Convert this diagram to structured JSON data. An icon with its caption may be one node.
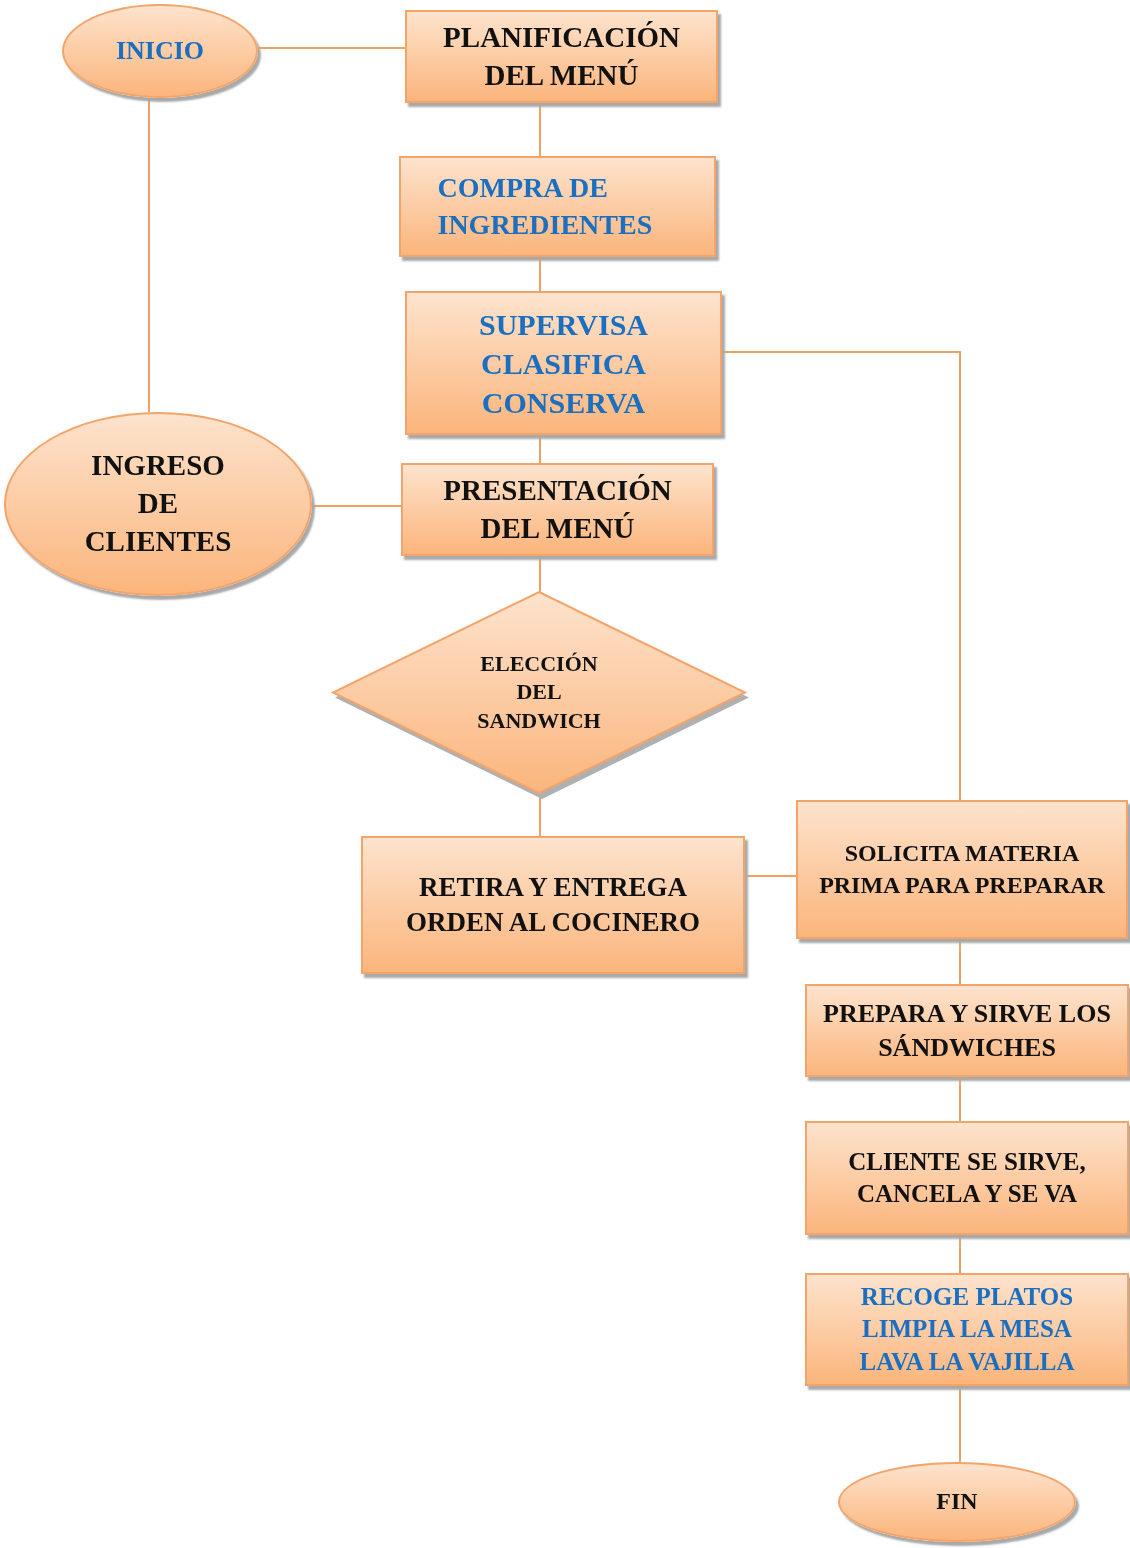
{
  "diagram": {
    "nodes": [
      {
        "text": [
          "INICIO"
        ]
      },
      {
        "text": [
          "PLANIFICACIÓN DEL MENÚ"
        ]
      },
      {
        "text": [
          "COMPRA DE INGREDIENTES"
        ]
      },
      {
        "text": [
          "SUPERVISA CLASIFICA CONSERVA"
        ]
      },
      {
        "text": [
          "INGRESO DE CLIENTES"
        ]
      },
      {
        "text": [
          "PRESENTACIÓN DEL MENÚ"
        ]
      },
      {
        "text": [
          "ELECCIÓN DEL SANDWICH"
        ]
      },
      {
        "text": [
          "RETIRA Y ENTREGA ORDEN AL COCINERO"
        ]
      },
      {
        "text": [
          "SOLICITA MATERIA PRIMA PARA PREPARAR"
        ]
      },
      {
        "text": [
          "PREPARA Y SIRVE LOS SÁNDWICHES"
        ]
      },
      {
        "text": [
          "CLIENTE SE SIRVE, CANCELA Y SE VA"
        ]
      },
      {
        "text": [
          "RECOGE PLATOS LIMPIA LA MESA LAVA LA VAJILLA"
        ]
      },
      {
        "text": [
          "FIN"
        ]
      }
    ],
    "edges": [
      {
        "from": 0,
        "to": 1,
        "arrow": "none"
      },
      {
        "from": 1,
        "to": 2,
        "arrow": "none"
      },
      {
        "from": 2,
        "to": 3,
        "arrow": "none"
      },
      {
        "from": 0,
        "to": 4,
        "arrow": "none"
      },
      {
        "from": 4,
        "to": 5,
        "arrow": "none"
      },
      {
        "from": 3,
        "to": 5,
        "arrow": "none"
      },
      {
        "from": 5,
        "to": 6,
        "arrow": "none"
      },
      {
        "from": 6,
        "to": 7,
        "arrow": "none"
      },
      {
        "from": 7,
        "to": 8,
        "arrow": "none"
      },
      {
        "from": 3,
        "to": 8,
        "arrow": "none"
      },
      {
        "from": 8,
        "to": 9,
        "arrow": "none"
      },
      {
        "from": 9,
        "to": 10,
        "arrow": "none"
      },
      {
        "from": 10,
        "to": 11,
        "arrow": "none"
      },
      {
        "from": 11,
        "to": 12,
        "arrow": "none"
      }
    ]
  }
}
